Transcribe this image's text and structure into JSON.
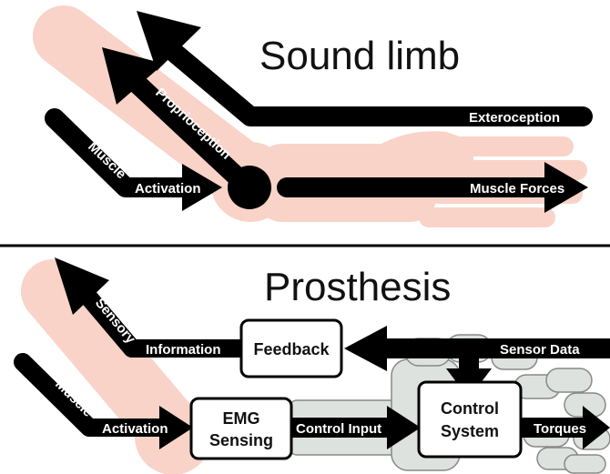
{
  "top_panel": {
    "title": "Sound limb",
    "labels": {
      "exteroception": "Exteroception",
      "proprioception": "Proprioception",
      "muscle": "Muscle",
      "activation": "Activation",
      "muscle_forces": "Muscle Forces"
    }
  },
  "bottom_panel": {
    "title": "Prosthesis",
    "labels": {
      "sensory": "Sensory",
      "information": "Information",
      "sensor_data": "Sensor Data",
      "muscle": "Muscle",
      "activation": "Activation",
      "control_input": "Control Input",
      "torques": "Torques"
    },
    "boxes": {
      "feedback": "Feedback",
      "emg_line1": "EMG",
      "emg_line2": "Sensing",
      "control_line1": "Control",
      "control_line2": "System"
    }
  },
  "colors": {
    "arrow": "#000000",
    "limb_shadow": "#f9d3c8",
    "prosthesis_part": "#dde2df",
    "divider": "#000000",
    "box_fill": "#ffffff"
  }
}
